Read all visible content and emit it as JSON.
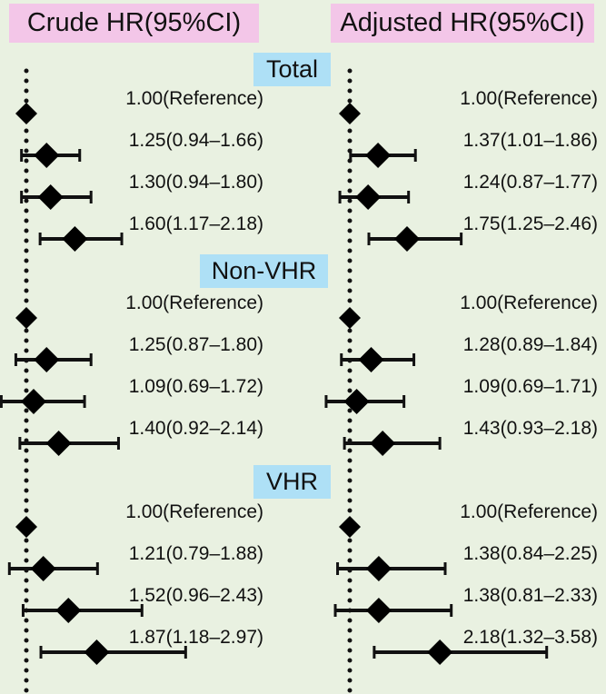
{
  "headers": {
    "crude": "Crude HR(95%CI)",
    "adjusted": "Adjusted HR(95%CI)"
  },
  "chart_data": {
    "type": "forest",
    "reference_line": 1.0,
    "panels": [
      {
        "name": "Crude HR(95%CI)",
        "xlim": [
          0.7,
          3.3
        ]
      },
      {
        "name": "Adjusted HR(95%CI)",
        "xlim": [
          0.7,
          3.8
        ]
      }
    ],
    "groups": [
      {
        "label": "Total",
        "rows": [
          {
            "crude": {
              "hr": 1.0,
              "lo": 1.0,
              "hi": 1.0,
              "text": "1.00(Reference)"
            },
            "adjusted": {
              "hr": 1.0,
              "lo": 1.0,
              "hi": 1.0,
              "text": "1.00(Reference)"
            }
          },
          {
            "crude": {
              "hr": 1.25,
              "lo": 0.94,
              "hi": 1.66,
              "text": "1.25(0.94–1.66)"
            },
            "adjusted": {
              "hr": 1.37,
              "lo": 1.01,
              "hi": 1.86,
              "text": "1.37(1.01–1.86)"
            }
          },
          {
            "crude": {
              "hr": 1.3,
              "lo": 0.94,
              "hi": 1.8,
              "text": "1.30(0.94–1.80)"
            },
            "adjusted": {
              "hr": 1.24,
              "lo": 0.87,
              "hi": 1.77,
              "text": "1.24(0.87–1.77)"
            }
          },
          {
            "crude": {
              "hr": 1.6,
              "lo": 1.17,
              "hi": 2.18,
              "text": "1.60(1.17–2.18)"
            },
            "adjusted": {
              "hr": 1.75,
              "lo": 1.25,
              "hi": 2.46,
              "text": "1.75(1.25–2.46)"
            }
          }
        ]
      },
      {
        "label": "Non-VHR",
        "rows": [
          {
            "crude": {
              "hr": 1.0,
              "lo": 1.0,
              "hi": 1.0,
              "text": "1.00(Reference)"
            },
            "adjusted": {
              "hr": 1.0,
              "lo": 1.0,
              "hi": 1.0,
              "text": "1.00(Reference)"
            }
          },
          {
            "crude": {
              "hr": 1.25,
              "lo": 0.87,
              "hi": 1.8,
              "text": "1.25(0.87–1.80)"
            },
            "adjusted": {
              "hr": 1.28,
              "lo": 0.89,
              "hi": 1.84,
              "text": "1.28(0.89–1.84)"
            }
          },
          {
            "crude": {
              "hr": 1.09,
              "lo": 0.69,
              "hi": 1.72,
              "text": "1.09(0.69–1.72)"
            },
            "adjusted": {
              "hr": 1.09,
              "lo": 0.69,
              "hi": 1.71,
              "text": "1.09(0.69–1.71)"
            }
          },
          {
            "crude": {
              "hr": 1.4,
              "lo": 0.92,
              "hi": 2.14,
              "text": "1.40(0.92–2.14)"
            },
            "adjusted": {
              "hr": 1.43,
              "lo": 0.93,
              "hi": 2.18,
              "text": "1.43(0.93–2.18)"
            }
          }
        ]
      },
      {
        "label": "VHR",
        "rows": [
          {
            "crude": {
              "hr": 1.0,
              "lo": 1.0,
              "hi": 1.0,
              "text": "1.00(Reference)"
            },
            "adjusted": {
              "hr": 1.0,
              "lo": 1.0,
              "hi": 1.0,
              "text": "1.00(Reference)"
            }
          },
          {
            "crude": {
              "hr": 1.21,
              "lo": 0.79,
              "hi": 1.88,
              "text": "1.21(0.79–1.88)"
            },
            "adjusted": {
              "hr": 1.38,
              "lo": 0.84,
              "hi": 2.25,
              "text": "1.38(0.84–2.25)"
            }
          },
          {
            "crude": {
              "hr": 1.52,
              "lo": 0.96,
              "hi": 2.43,
              "text": "1.52(0.96–2.43)"
            },
            "adjusted": {
              "hr": 1.38,
              "lo": 0.81,
              "hi": 2.33,
              "text": "1.38(0.81–2.33)"
            }
          },
          {
            "crude": {
              "hr": 1.87,
              "lo": 1.18,
              "hi": 2.97,
              "text": "1.87(1.18–2.97)"
            },
            "adjusted": {
              "hr": 2.18,
              "lo": 1.32,
              "hi": 3.58,
              "text": "2.18(1.32–3.58)"
            }
          }
        ]
      }
    ]
  }
}
